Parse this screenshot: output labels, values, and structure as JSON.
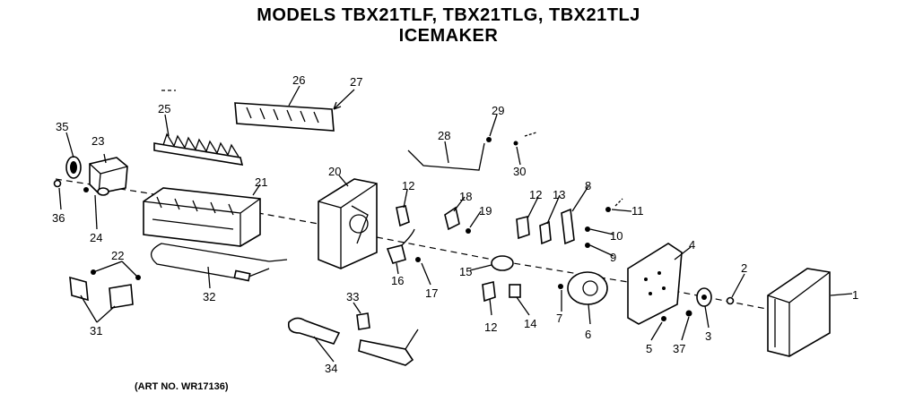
{
  "header": {
    "title": "MODELS TBX21TLF, TBX21TLG, TBX21TLJ",
    "subtitle": "ICEMAKER"
  },
  "footer": {
    "art_number": "(ART NO. WR17136)"
  },
  "callouts": {
    "c1": "1",
    "c2": "2",
    "c3": "3",
    "c4": "4",
    "c5": "5",
    "c6": "6",
    "c7": "7",
    "c8": "8",
    "c9": "9",
    "c10": "10",
    "c11": "11",
    "c12a": "12",
    "c12b": "12",
    "c12c": "12",
    "c13": "13",
    "c14": "14",
    "c15": "15",
    "c16": "16",
    "c17": "17",
    "c18": "18",
    "c19": "19",
    "c20": "20",
    "c21": "21",
    "c22": "22",
    "c23": "23",
    "c24": "24",
    "c25": "25",
    "c26": "26",
    "c27": "27",
    "c28": "28",
    "c29": "29",
    "c30": "30",
    "c31": "31",
    "c32": "32",
    "c33": "33",
    "c34": "34",
    "c35": "35",
    "c36": "36",
    "c37": "37"
  }
}
